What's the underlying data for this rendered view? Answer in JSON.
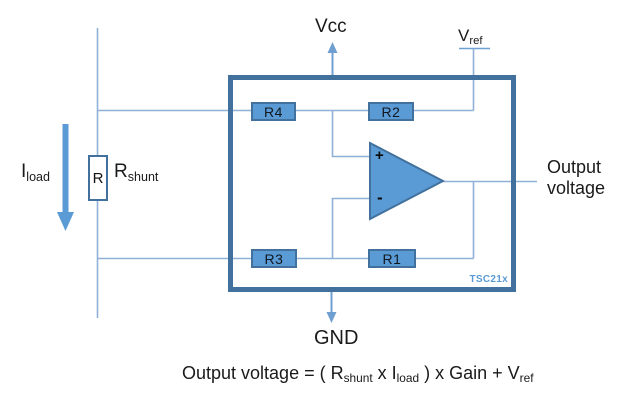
{
  "colors": {
    "wire": "#8fb1d8",
    "pin_line": "#6f9fd1",
    "component_fill": "#5b9bd5",
    "component_border": "#41719c",
    "ic_box_border": "#41719c",
    "iload_arrow": "#5b9bd5",
    "chip_text": "#5b9bd5",
    "text": "#1a1a1a"
  },
  "labels": {
    "vcc": "Vcc",
    "vref_base": "V",
    "vref_sub": "ref",
    "iload_base": "I",
    "iload_sub": "load",
    "shunt_resistor": "R",
    "rshunt_base": "R",
    "rshunt_sub": "shunt",
    "gnd": "GND",
    "output_line1": "Output",
    "output_line2": "voltage",
    "chip": "TSC21x"
  },
  "opamp": {
    "plus": "+",
    "minus": "-"
  },
  "resistors": [
    {
      "label": "R4"
    },
    {
      "label": "R2"
    },
    {
      "label": "R3"
    },
    {
      "label": "R1"
    }
  ],
  "formula": {
    "segments": [
      {
        "text": "Output voltage = ( R"
      },
      {
        "text": "shunt",
        "sub": true
      },
      {
        "text": " x I"
      },
      {
        "text": "load",
        "sub": true
      },
      {
        "text": " ) x Gain + V"
      },
      {
        "text": "ref",
        "sub": true
      }
    ]
  }
}
